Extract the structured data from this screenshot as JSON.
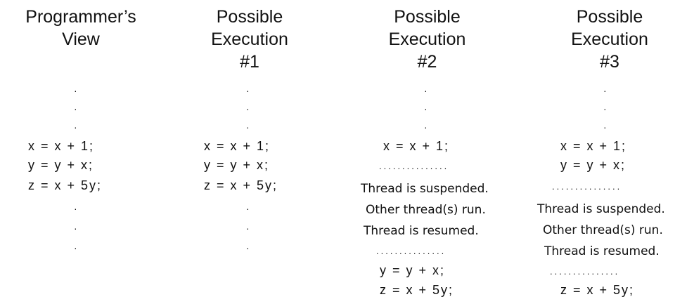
{
  "columns": [
    {
      "heading": [
        "Programmer’s",
        "View"
      ],
      "lines": [
        "x = x + 1;",
        "y = y + x;",
        "z = x + 5y;"
      ]
    },
    {
      "heading": [
        "Possible",
        "Execution",
        "#1"
      ],
      "lines": [
        "x = x + 1;",
        "y = y + x;",
        "z = x + 5y;"
      ]
    },
    {
      "heading": [
        "Possible",
        "Execution",
        "#2"
      ],
      "lines_before": [
        "x = x + 1;"
      ],
      "notes": [
        "Thread is suspended.",
        "Other thread(s) run.",
        "Thread is resumed."
      ],
      "lines_after": [
        "y = y + x;",
        "z = x + 5y;"
      ]
    },
    {
      "heading": [
        "Possible",
        "Execution",
        "#3"
      ],
      "lines_before": [
        "x = x + 1;",
        "y = y + x;"
      ],
      "notes": [
        "Thread is suspended.",
        "Other thread(s) run.",
        "Thread is resumed."
      ],
      "lines_after": [
        "z = x + 5y;"
      ]
    }
  ],
  "symbols": {
    "vertical_dot": "·",
    "leader_dots": "..............."
  }
}
